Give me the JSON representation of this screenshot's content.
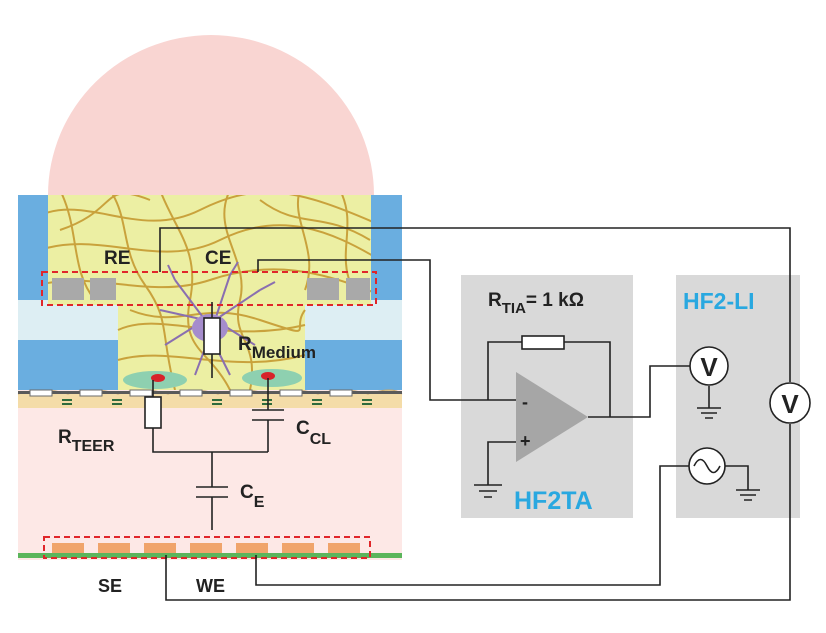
{
  "labels": {
    "re": "RE",
    "ce": "CE",
    "r_medium_main": "R",
    "r_medium_sub": "Medium",
    "r_teer_main": "R",
    "r_teer_sub": "TEER",
    "c_cl_main": "C",
    "c_cl_sub": "CL",
    "c_e_main": "C",
    "c_e_sub": "E",
    "se": "SE",
    "we": "WE",
    "r_tia_main": "R",
    "r_tia_sub": "TIA",
    "r_tia_value": "= 1 kΩ",
    "minus": "-",
    "plus": "+",
    "hf2ta": "HF2TA",
    "hf2li": "HF2-LI",
    "voltmeter_symbol": "V"
  },
  "colors": {
    "dome": "#f9d5d2",
    "lower_chamber": "#fde8e6",
    "hydrogel": "#ecefa3",
    "fibers": "#c9a23c",
    "side_blocks": "#6aaee0",
    "membrane_band": "#ddeef3",
    "electrode_pads": "#a9a9a9",
    "bottom_electrodes": "#f0a46b",
    "substrate": "#5bb55b",
    "dashed_box": "#e0262a",
    "instrument_box": "#d9d9d9",
    "opamp": "#a6a6a6",
    "accent_text": "#29a8e0"
  }
}
